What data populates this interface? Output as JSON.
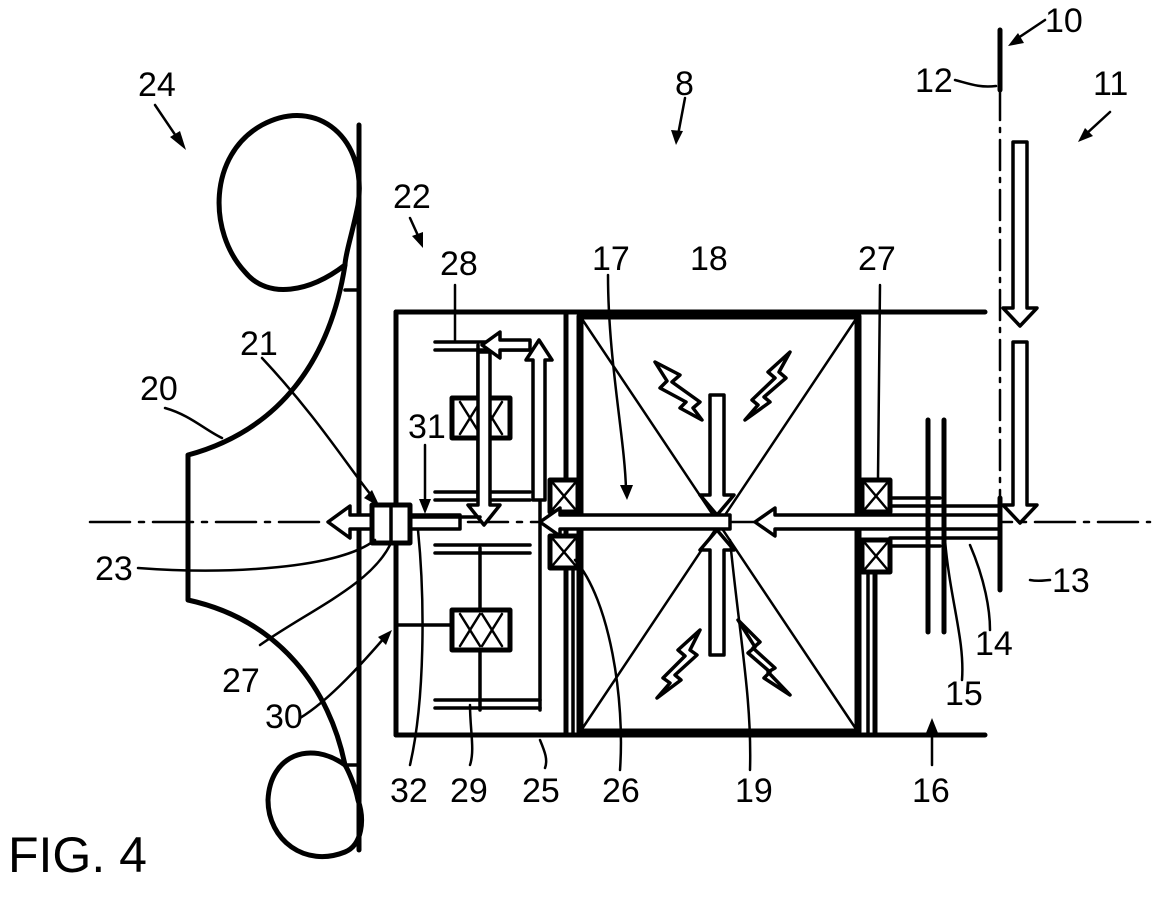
{
  "figure": {
    "caption": "FIG. 4",
    "labels": {
      "l24": "24",
      "l8": "8",
      "l10": "10",
      "l12": "12",
      "l11": "11",
      "l22": "22",
      "l28": "28",
      "l17": "17",
      "l18": "18",
      "l27a": "27",
      "l21": "21",
      "l20": "20",
      "l31": "31",
      "l23": "23",
      "l27b": "27",
      "l30": "30",
      "l32": "32",
      "l29": "29",
      "l25": "25",
      "l26": "26",
      "l19": "19",
      "l16": "16",
      "l15": "15",
      "l14": "14",
      "l13": "13"
    }
  }
}
